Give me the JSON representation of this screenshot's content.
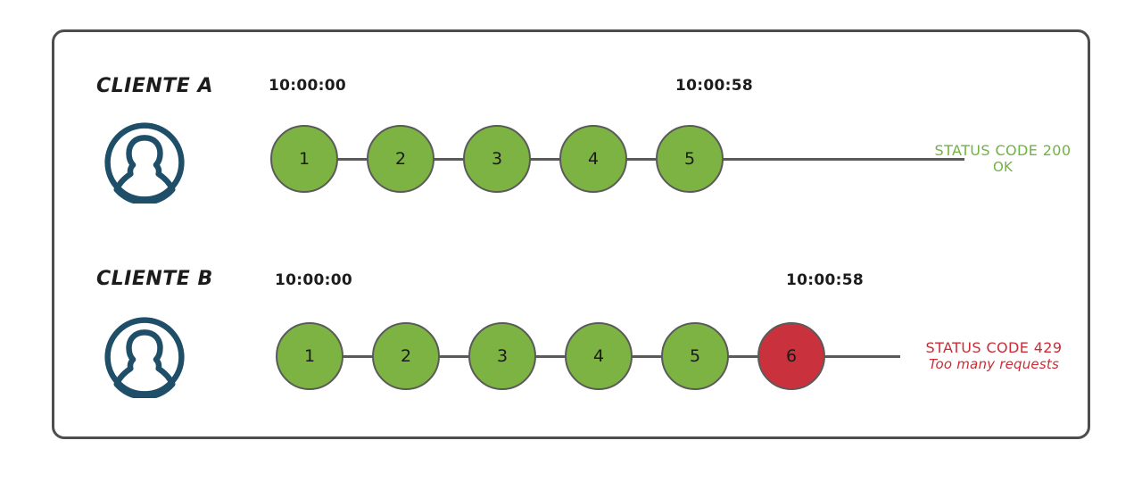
{
  "diagram": {
    "title": "Rate limiting comparison for two clients",
    "frame_border_color": "#4d4d4d",
    "colors": {
      "node_ok": "#7cb342",
      "node_fail": "#c9323c",
      "node_stroke": "#5a5a5a",
      "avatar": "#1f4e68",
      "status_ok_text": "#6fb342",
      "status_fail_text": "#cc2b35",
      "label_text": "#1c1c1c"
    },
    "rows": [
      {
        "id": "client-a",
        "label": "CLIENTE A",
        "avatar_icon": "user-avatar-icon",
        "timestamp_start": "10:00:00",
        "timestamp_end": "10:00:58",
        "nodes": [
          {
            "number": "1",
            "state": "ok"
          },
          {
            "number": "2",
            "state": "ok"
          },
          {
            "number": "3",
            "state": "ok"
          },
          {
            "number": "4",
            "state": "ok"
          },
          {
            "number": "5",
            "state": "ok"
          }
        ],
        "status": {
          "state": "ok",
          "line1": "STATUS CODE 200",
          "line2": "OK"
        }
      },
      {
        "id": "client-b",
        "label": "CLIENTE B",
        "avatar_icon": "user-avatar-icon",
        "timestamp_start": "10:00:00",
        "timestamp_end": "10:00:58",
        "nodes": [
          {
            "number": "1",
            "state": "ok"
          },
          {
            "number": "2",
            "state": "ok"
          },
          {
            "number": "3",
            "state": "ok"
          },
          {
            "number": "4",
            "state": "ok"
          },
          {
            "number": "5",
            "state": "ok"
          },
          {
            "number": "6",
            "state": "fail"
          }
        ],
        "status": {
          "state": "fail",
          "line1": "STATUS CODE 429",
          "line2": "Too many requests"
        }
      }
    ]
  }
}
